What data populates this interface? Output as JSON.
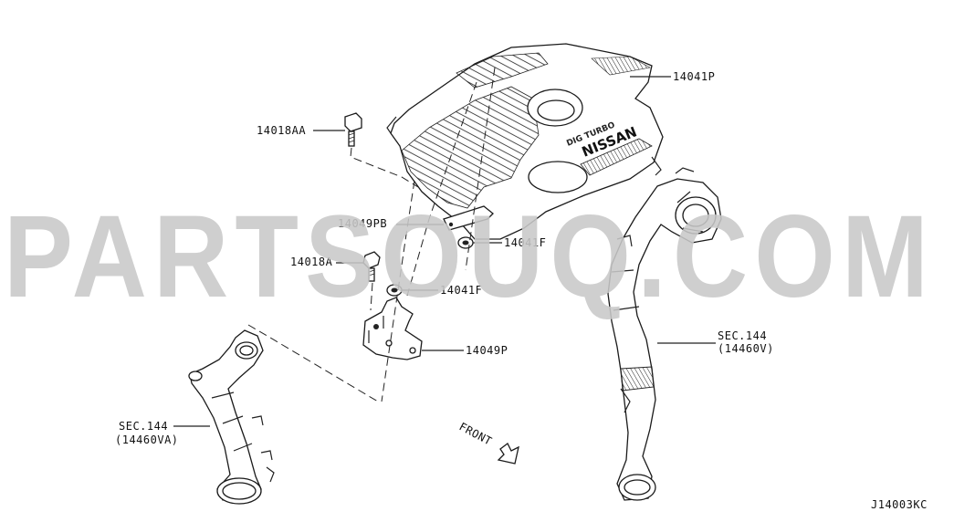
{
  "watermark": {
    "text": "PARTSOUQ.COM",
    "color": "#c9c9c9"
  },
  "cover_emboss": {
    "line1": "DIG TURBO",
    "line2": "NISSAN"
  },
  "callouts": {
    "c14041P": "14041P",
    "c14018AA": "14018AA",
    "c14049PB": "14049PB",
    "c14041F_a": "14041F",
    "c14018A": "14018A",
    "c14041F_b": "14041F",
    "c14049P": "14049P",
    "sec_right_1": "SEC.144",
    "sec_right_2": "(14460V)",
    "sec_left_1": "SEC.144",
    "sec_left_2": "(14460VA)",
    "front": "FRONT"
  },
  "diagram_code": "J14003KC"
}
